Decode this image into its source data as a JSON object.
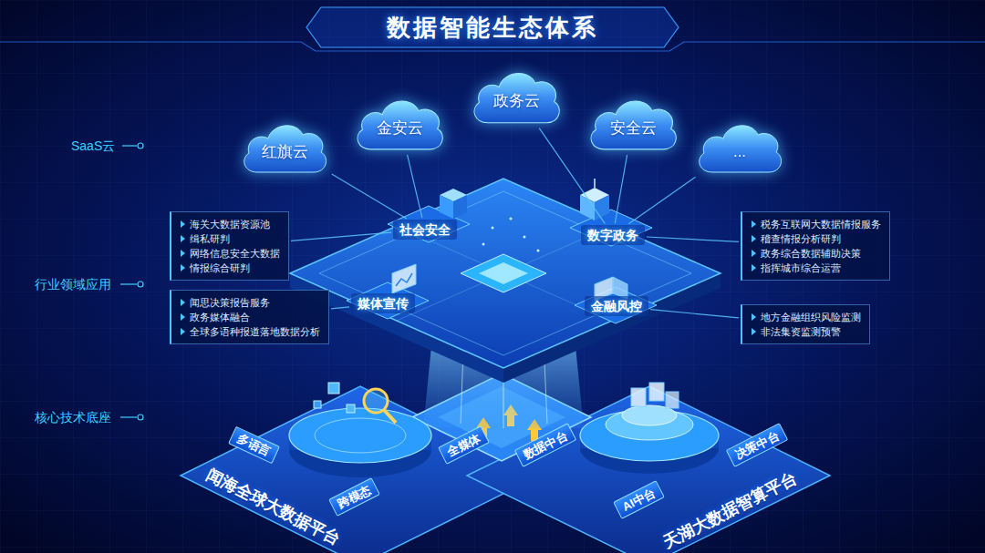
{
  "diagram": {
    "title": "数据智能生态体系",
    "nodes": [
      {
        "text": [
          "红旗云"
        ]
      },
      {
        "text": [
          "金安云"
        ]
      },
      {
        "text": [
          "政务云"
        ]
      },
      {
        "text": [
          "安全云"
        ]
      },
      {
        "text": [
          "..."
        ]
      },
      {
        "text": [
          "海关大数据资源池",
          "缉私研判",
          "网络信息安全大数据",
          "情报综合研判"
        ]
      },
      {
        "text": [
          "社会安全"
        ]
      },
      {
        "text": [
          "数字政务"
        ]
      },
      {
        "text": [
          "税务互联网大数据情报服务",
          "稽查情报分析研判",
          "政务综合数据辅助决策",
          "指挥城市综合运营"
        ]
      },
      {
        "text": [
          "闻思决策报告服务",
          "政务媒体融合",
          "全球多语种报道落地数据分析"
        ]
      },
      {
        "text": [
          "媒体宣传"
        ]
      },
      {
        "text": [
          "金融风控"
        ]
      },
      {
        "text": [
          "地方金融组织风险监测",
          "非法集资监测预警"
        ]
      },
      {
        "text": [
          "闻海全球大数据平台"
        ]
      },
      {
        "text": [
          "多语言"
        ],
        "in": 13
      },
      {
        "text": [
          "跨模态"
        ],
        "in": 13
      },
      {
        "text": [
          "全媒体"
        ],
        "in": 13
      },
      {
        "text": [
          "天湖大数据智算平台"
        ]
      },
      {
        "text": [
          "数据中台"
        ],
        "in": 17
      },
      {
        "text": [
          "AI中台"
        ],
        "in": 17
      },
      {
        "text": [
          "决策中台"
        ],
        "in": 17
      }
    ],
    "edges": [
      {
        "from": 0,
        "to": 6,
        "arrow": "none"
      },
      {
        "from": 1,
        "to": 6,
        "arrow": "none"
      },
      {
        "from": 2,
        "to": 7,
        "arrow": "none"
      },
      {
        "from": 3,
        "to": 7,
        "arrow": "none"
      },
      {
        "from": 4,
        "to": 7,
        "arrow": "none"
      },
      {
        "from": 5,
        "to": 6,
        "arrow": "none"
      },
      {
        "from": 8,
        "to": 7,
        "arrow": "none"
      },
      {
        "from": 9,
        "to": 10,
        "arrow": "none"
      },
      {
        "from": 12,
        "to": 11,
        "arrow": "none"
      }
    ],
    "labels": [
      "SaaS云",
      "行业领域应用",
      "核心技术底座"
    ]
  }
}
